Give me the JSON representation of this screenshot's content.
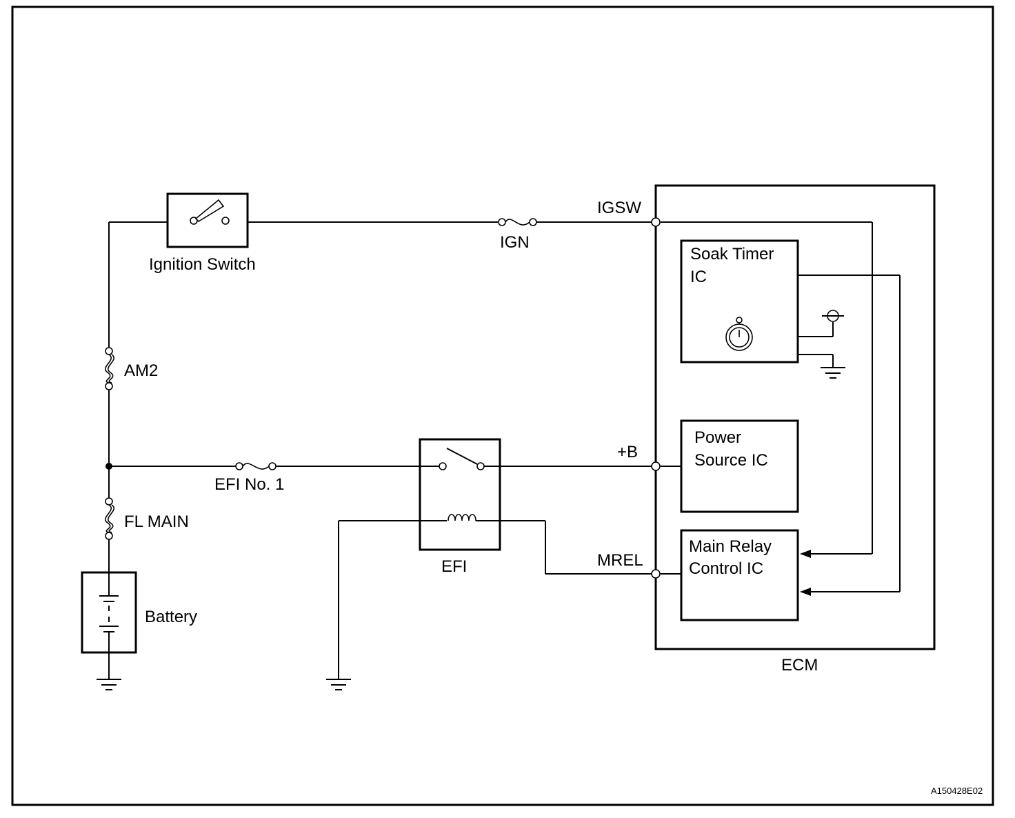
{
  "labels": {
    "ignition_switch": "Ignition Switch",
    "ign_fuse": "IGN",
    "am2_fuse": "AM2",
    "efi_no1_fuse": "EFI No. 1",
    "fl_main_fuse": "FL MAIN",
    "battery": "Battery",
    "efi_relay": "EFI",
    "ecm": "ECM",
    "pin_igsw": "IGSW",
    "pin_b": "+B",
    "pin_mrel": "MREL",
    "soak_timer_line1": "Soak Timer",
    "soak_timer_line2": "IC",
    "power_source_line1": "Power",
    "power_source_line2": "Source IC",
    "main_relay_line1": "Main Relay",
    "main_relay_line2": "Control IC",
    "figure_code": "A150428E02"
  }
}
